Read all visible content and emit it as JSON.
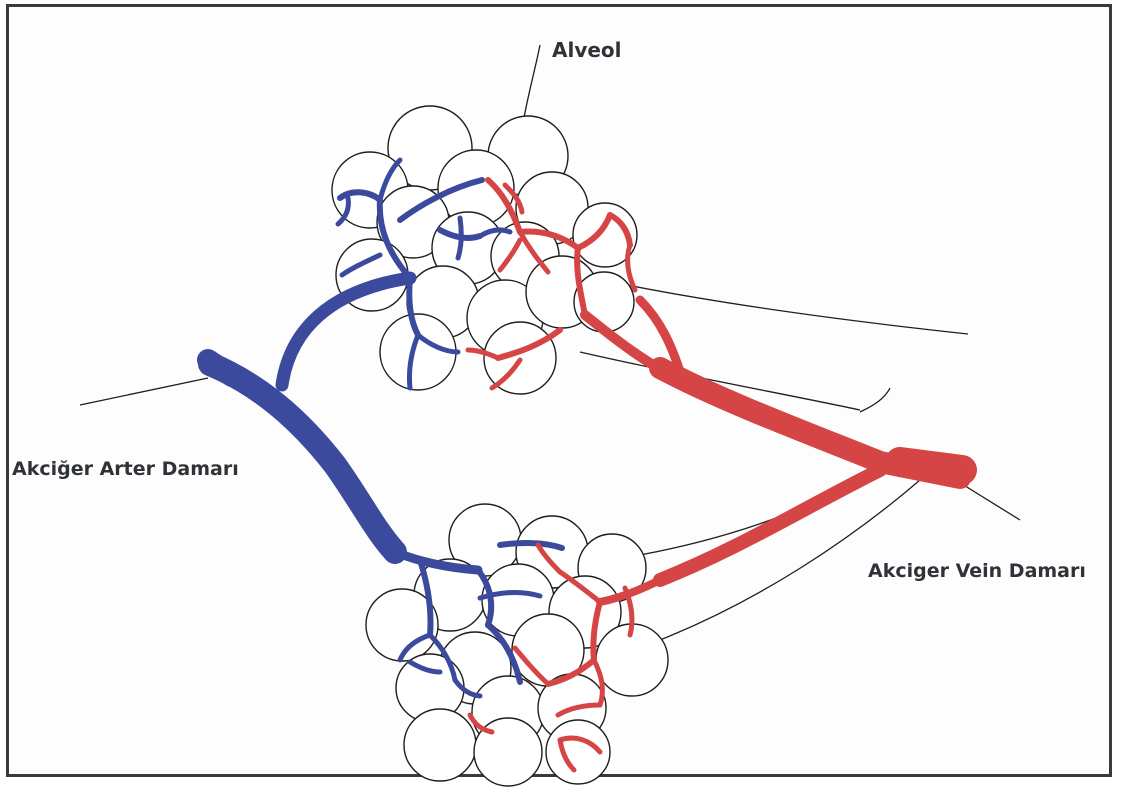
{
  "labels": {
    "alveol": "Alveol",
    "artery": "Akciğer Arter Damarı",
    "vein": "Akciger Vein Damarı"
  },
  "colors": {
    "artery": "#3b4a9c",
    "vein": "#d64545",
    "outline": "#1e1e1e",
    "frame": "#3a3a3a"
  }
}
